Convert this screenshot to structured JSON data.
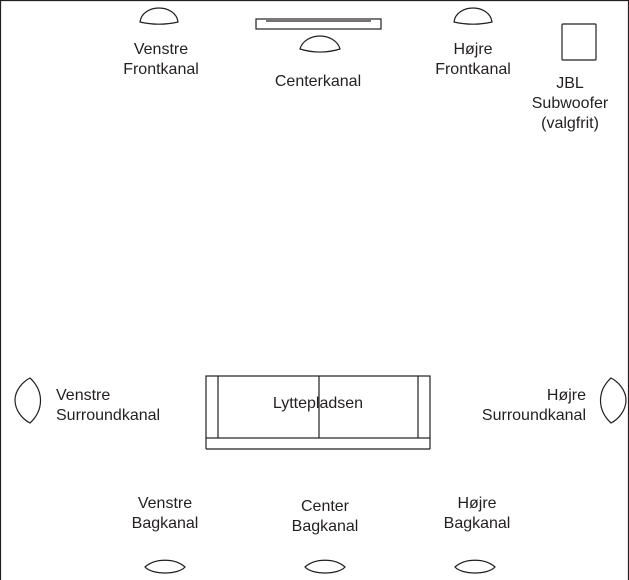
{
  "speakers": {
    "front_left": {
      "line1": "Venstre",
      "line2": "Frontkanal"
    },
    "center": {
      "line1": "Centerkanal"
    },
    "front_right": {
      "line1": "Højre",
      "line2": "Frontkanal"
    },
    "subwoofer": {
      "line1": "JBL",
      "line2": "Subwoofer",
      "line3": "(valgfrit)"
    },
    "surround_left": {
      "line1": "Venstre",
      "line2": "Surroundkanal"
    },
    "surround_right": {
      "line1": "Højre",
      "line2": "Surroundkanal"
    },
    "back_left": {
      "line1": "Venstre",
      "line2": "Bagkanal"
    },
    "back_center": {
      "line1": "Center",
      "line2": "Bagkanal"
    },
    "back_right": {
      "line1": "Højre",
      "line2": "Bagkanal"
    }
  },
  "listening_position": {
    "label": "Lyttepladsen"
  },
  "colors": {
    "line": "#231f20",
    "background": "#ffffff"
  }
}
